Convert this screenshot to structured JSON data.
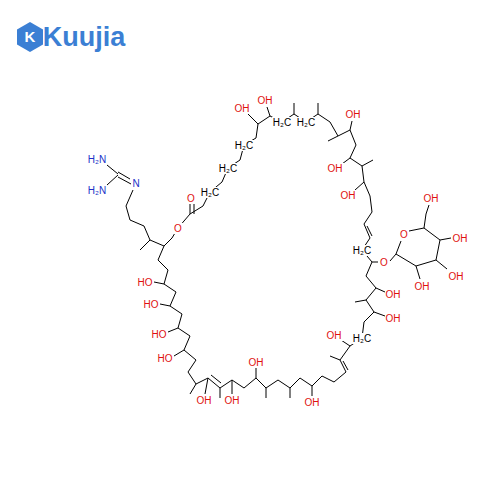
{
  "diagram": {
    "labels": [
      "Kuujia",
      "K",
      "H₂N",
      "H₂N",
      "N",
      "O",
      "O",
      "H₂C",
      "H₂C",
      "H₂C",
      "OH",
      "OH",
      "H₂C",
      "H₂C",
      "OH",
      "OH",
      "OH",
      "O",
      "OH",
      "OH",
      "OH",
      "OH",
      "O",
      "H₂C",
      "OH",
      "OH",
      "H₂C",
      "OH",
      "OH",
      "OH",
      "OH",
      "OH",
      "HO",
      "HO",
      "HO",
      "HO"
    ]
  }
}
